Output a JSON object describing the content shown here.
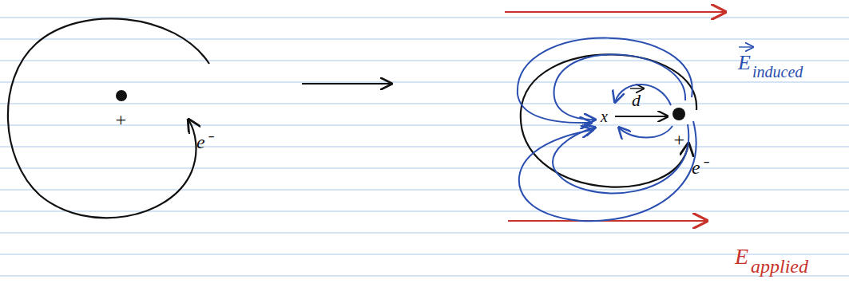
{
  "diagram": {
    "labels": [
      "+",
      "e⁻",
      "x",
      "d",
      "+",
      "e⁻",
      "E",
      "induced",
      "E",
      "applied"
    ]
  }
}
